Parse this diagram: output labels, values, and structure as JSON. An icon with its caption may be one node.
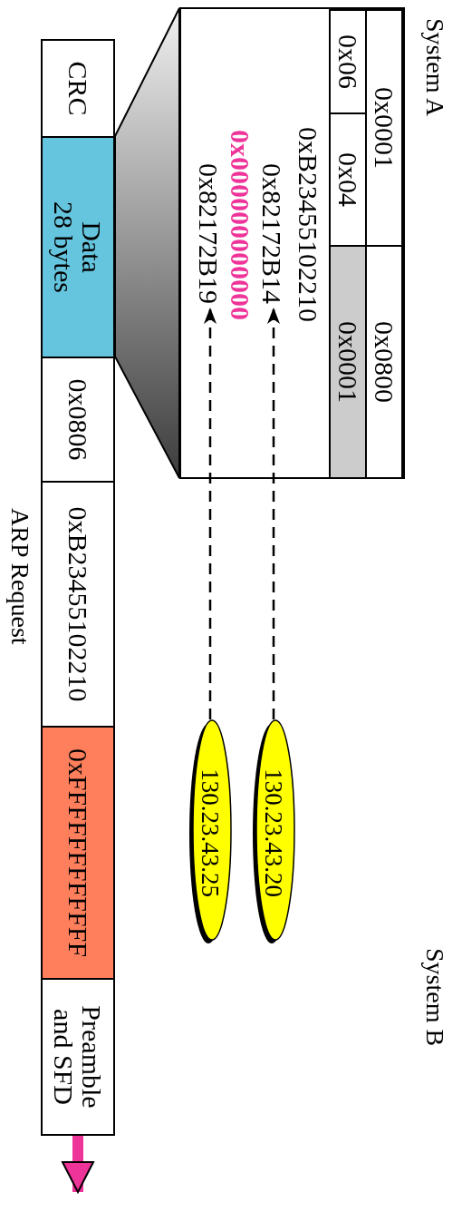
{
  "diagram": {
    "nodes": [
      {
        "text": [],
        "shape": "box"
      },
      {
        "text": [
          "0x0001"
        ],
        "in": 0
      },
      {
        "text": [
          "0x0800"
        ],
        "in": 0
      },
      {
        "text": [
          "0x06"
        ],
        "in": 0
      },
      {
        "text": [
          "0x04"
        ],
        "in": 0
      },
      {
        "text": [
          "0x0001"
        ],
        "in": 0
      },
      {
        "text": [
          "0x82172B14"
        ],
        "in": 0
      },
      {
        "text": [
          "0x82172B19"
        ],
        "in": 0
      },
      {
        "text": [
          "CRC"
        ]
      },
      {
        "text": [
          "Data",
          "28 bytes"
        ]
      },
      {
        "text": [
          "0x0806"
        ]
      },
      {
        "text": [
          "0xB23455102210"
        ]
      },
      {
        "text": [
          "0xFFFFFFFFFFFF"
        ]
      },
      {
        "text": [
          "Preamble and SFD"
        ]
      },
      {
        "text": [
          "130.23.43.20"
        ]
      },
      {
        "text": [
          "130.23.43.25"
        ]
      },
      {
        "text": [],
        "shape": "trapezoid"
      }
    ],
    "edges": [
      {
        "from": 14,
        "to": 6,
        "arrow": "to",
        "style": "dashed"
      },
      {
        "from": 15,
        "to": 7,
        "arrow": "to",
        "style": "dashed"
      },
      {
        "from": 13,
        "to": null,
        "arrow": "to",
        "style": "thick",
        "color": "#ee3399"
      }
    ],
    "labels": [
      "System A",
      "0xB23455102210",
      "0x000000000000",
      "ARP Request",
      "System B"
    ]
  }
}
